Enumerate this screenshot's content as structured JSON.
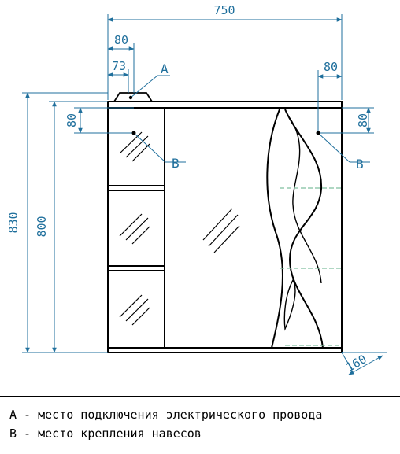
{
  "dimensions": {
    "total_width": "750",
    "left_offset_outer": "80",
    "left_offset_inner": "73",
    "right_offset": "80",
    "left_vertical_offset": "80",
    "right_vertical_offset": "80",
    "total_height": "830",
    "cabinet_height": "800",
    "depth": "160"
  },
  "markers": {
    "point_a": "A",
    "point_b_left": "B",
    "point_b_right": "B"
  },
  "legend": {
    "a": "А - место подключения электрического провода",
    "b": "В - место крепления навесов"
  },
  "colors": {
    "dimension": "#1f6f9c",
    "outline": "#000000",
    "hidden_line": "#7fbf9f"
  }
}
